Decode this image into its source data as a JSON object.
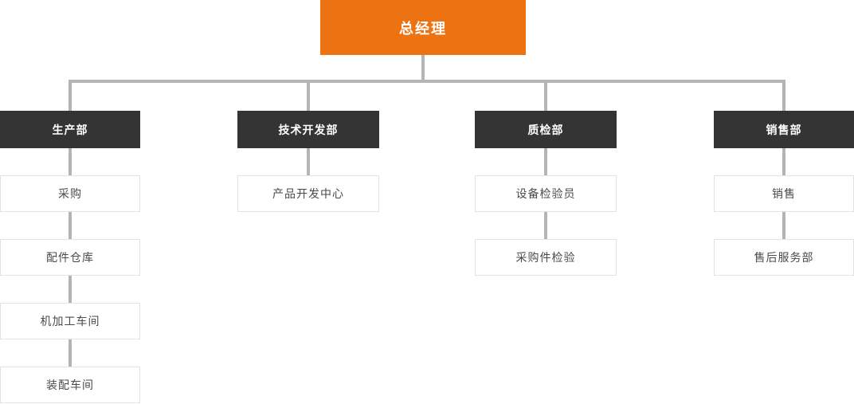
{
  "root": {
    "label": "总经理"
  },
  "columns": [
    {
      "label": "生产部",
      "children": [
        "采购",
        "配件仓库",
        "机加工车间",
        "装配车间"
      ]
    },
    {
      "label": "技术开发部",
      "children": [
        "产品开发中心"
      ]
    },
    {
      "label": "质检部",
      "children": [
        "设备检验员",
        "采购件检验"
      ]
    },
    {
      "label": "销售部",
      "children": [
        "销售",
        "售后服务部"
      ]
    }
  ],
  "colors": {
    "root_bg": "#ed7211",
    "dept_bg": "#343434",
    "line": "#b5b5b5",
    "child_border": "#e3e3e3",
    "child_text": "#4a4a4a"
  }
}
